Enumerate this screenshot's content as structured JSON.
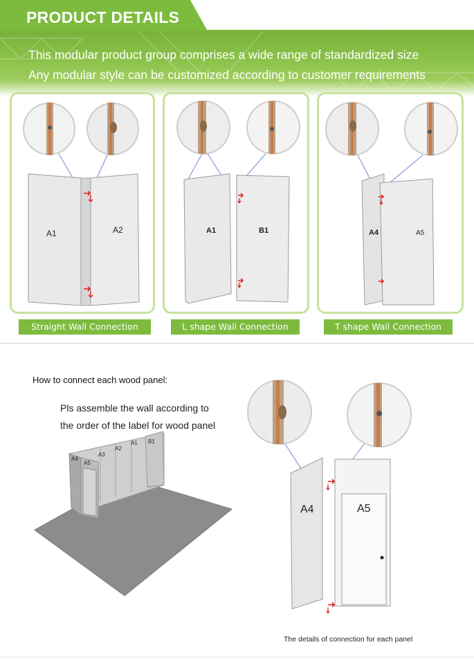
{
  "header": {
    "title": "PRODUCT DETAILS",
    "accent_color": "#7dbb3e"
  },
  "banner": {
    "line1": "This modular product group comprises a wide range of standardized size",
    "line2": "Any modular style can be customized according to customer requirements"
  },
  "connections": [
    {
      "label": "Straight Wall Connection",
      "panels": [
        "A1",
        "A2"
      ]
    },
    {
      "label": "L shape Wall Connection",
      "panels": [
        "A1",
        "B1"
      ]
    },
    {
      "label": "T shape Wall Connection",
      "panels": [
        "A4",
        "A5"
      ]
    }
  ],
  "assembly": {
    "heading": "How to connect each wood panel:",
    "instruction_line1": "Pls assemble the wall according to",
    "instruction_line2": "the order of the label for wood panel",
    "wall_labels": [
      "A4",
      "A5",
      "A3",
      "A2",
      "A1",
      "B1"
    ],
    "detail_panels": [
      "A4",
      "A5"
    ],
    "caption": "The details of connection for each panel"
  },
  "colors": {
    "panel_fill": "#e9e9e9",
    "panel_edge": "#9a9a9a",
    "floor": "#8c8c8c",
    "arrow": "#e02020",
    "connector_line": "#6d86d8"
  }
}
